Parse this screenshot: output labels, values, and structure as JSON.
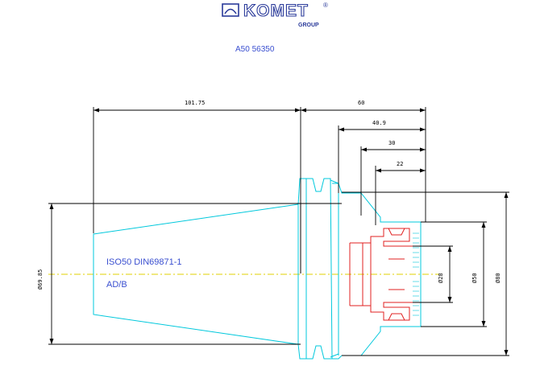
{
  "header": {
    "brand": "KOMET",
    "brand_mark": "®",
    "brand_sub": "GROUP",
    "part_number": "A50 56350"
  },
  "labels": {
    "standard": "ISO50 DIN69871-1",
    "variant": "AD/B"
  },
  "dimensions": {
    "taper_length": "101.75",
    "overall": "60",
    "d1": "40.9",
    "d2": "30",
    "d3": "22",
    "dia_taper": "Ø69.85",
    "dia_bore": "Ø28",
    "dia_mid": "Ø50",
    "dia_outer": "Ø80"
  },
  "colors": {
    "brand": "#2a3a9a",
    "outline": "#00c8dc",
    "insert": "#e02020",
    "text": "#3a4fd0",
    "centerline": "#e0d000"
  }
}
